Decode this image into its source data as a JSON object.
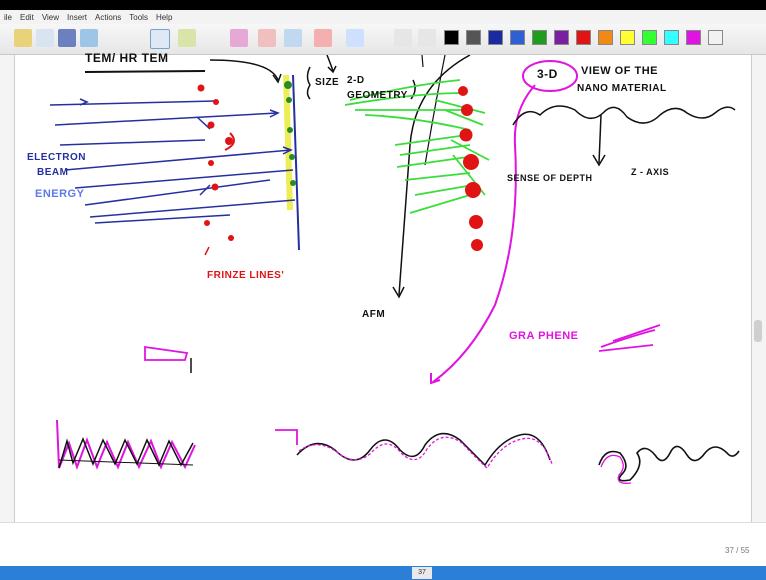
{
  "menu": {
    "items": [
      "ile",
      "Edit",
      "View",
      "Insert",
      "Actions",
      "Tools",
      "Help"
    ]
  },
  "toolbar": {
    "palette": [
      "#000000",
      "#555555",
      "#1a2aa0",
      "#2f5fd0",
      "#1f9d1f",
      "#7a1fa0",
      "#e01414",
      "#f08a14",
      "#ffff33",
      "#33ff33",
      "#33ffff",
      "#e014e0",
      "#f2f2f2"
    ]
  },
  "status": {
    "page_counter": "37 / 55",
    "center_page": "37"
  },
  "notes": {
    "tem": "TEM/  HR TEM",
    "size": "SIZE",
    "geom1": "2-D",
    "geom2": "GEOMETRY",
    "three_d": "3-D",
    "view1": "VIEW  OF  THE",
    "view2": "NANO  MATERIAL",
    "electron": "ELECTRON",
    "beam": "BEAM",
    "energy": "ENERGY",
    "sense": "SENSE  OF  DEPTH",
    "zaxis": "Z - AXIS",
    "fringe": "FRINZE  LINES'",
    "afm": "AFM",
    "graphene": "GRA PHENE"
  }
}
